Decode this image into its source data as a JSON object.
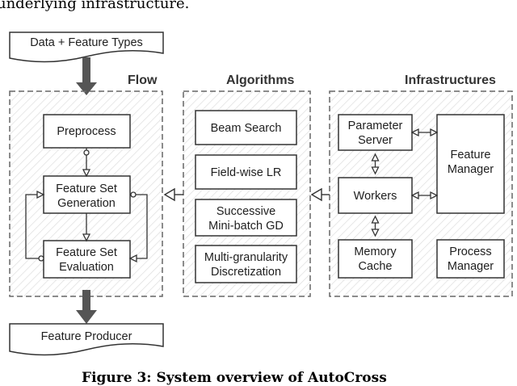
{
  "top_text": "underlying infrastructure.",
  "caption": "Figure 3: System overview of AutoCross",
  "io": {
    "input": "Data + Feature Types",
    "output": "Feature Producer"
  },
  "sections": {
    "flow": {
      "title": "Flow",
      "preprocess": "Preprocess",
      "generation": [
        "Feature Set",
        "Generation"
      ],
      "evaluation": [
        "Feature Set",
        "Evaluation"
      ]
    },
    "algorithms": {
      "title": "Algorithms",
      "beam_search": "Beam Search",
      "field_wise_lr": "Field-wise LR",
      "successive": [
        "Successive",
        "Mini-batch GD"
      ],
      "multi_granularity": [
        "Multi-granularity",
        "Discretization"
      ]
    },
    "infrastructures": {
      "title": "Infrastructures",
      "parameter_server": [
        "Parameter",
        "Server"
      ],
      "workers": "Workers",
      "memory_cache": [
        "Memory",
        "Cache"
      ],
      "feature_manager": [
        "Feature",
        "Manager"
      ],
      "process_manager": [
        "Process",
        "Manager"
      ]
    }
  }
}
